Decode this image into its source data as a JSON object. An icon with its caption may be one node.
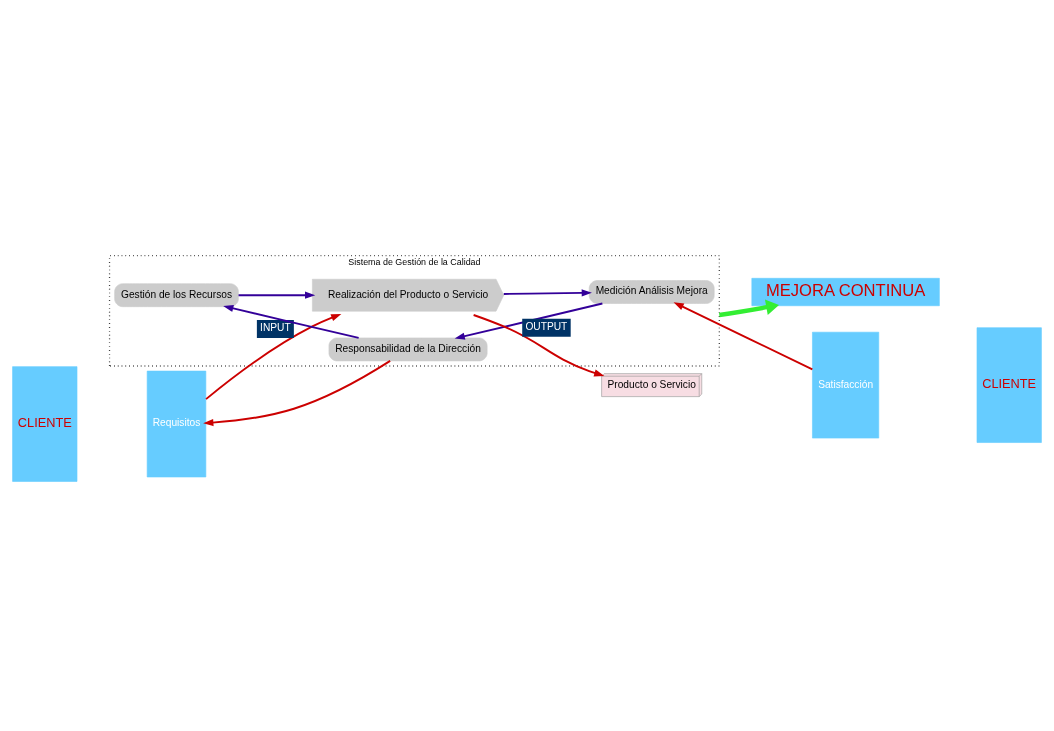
{
  "diagram": {
    "nodes": [
      {
        "text": [
          "MEJORA CONTINUA"
        ]
      },
      {
        "text": [
          "CLIENTE"
        ]
      },
      {
        "text": [
          "Requisitos"
        ]
      },
      {
        "text": [
          "Sistema de Gestión de la Calidad"
        ]
      },
      {
        "text": [
          "Responsabilidad de la Dirección"
        ],
        "in": 3
      },
      {
        "text": [
          "Gestión de los Recursos"
        ],
        "in": 3
      },
      {
        "text": [
          "Medición Análisis Mejora"
        ],
        "in": 3
      },
      {
        "text": [
          "Realización del Producto o Servicio"
        ],
        "in": 3
      },
      {
        "text": [
          "Producto o Servicio"
        ]
      },
      {
        "text": [
          "Satisfacción"
        ]
      },
      {
        "text": [
          "CLIENTE"
        ]
      }
    ],
    "edges": [
      {
        "from": 4,
        "to": 2,
        "arrow": "to",
        "color": "#cc0000"
      },
      {
        "from": 4,
        "to": 5,
        "arrow": "to",
        "color": "#330099"
      },
      {
        "from": 5,
        "to": 7,
        "arrow": "to",
        "color": "#330099"
      },
      {
        "from": 7,
        "to": 6,
        "arrow": "to",
        "color": "#330099"
      },
      {
        "from": 6,
        "to": 4,
        "arrow": "to",
        "color": "#330099"
      },
      {
        "from": 2,
        "to": 7,
        "arrow": "to",
        "label": "INPUT",
        "color": "#cc0000"
      },
      {
        "from": 7,
        "to": 8,
        "arrow": "to",
        "label": "OUTPUT",
        "color": "#cc0000"
      },
      {
        "from": 9,
        "to": 6,
        "arrow": "to",
        "color": "#cc0000"
      },
      {
        "from": 3,
        "to": 0,
        "arrow": "to",
        "style": "thick",
        "color": "#33ee33"
      }
    ]
  }
}
